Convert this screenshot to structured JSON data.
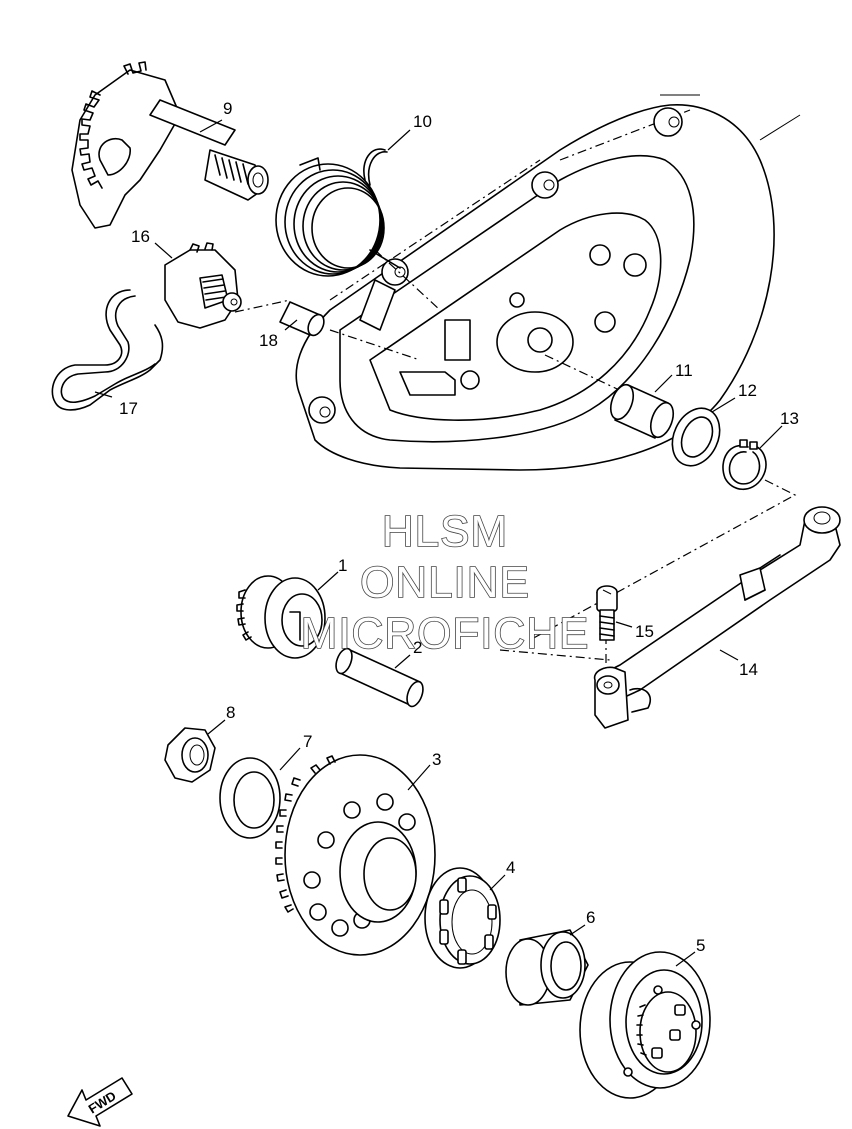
{
  "callouts": [
    "1",
    "2",
    "3",
    "4",
    "5",
    "6",
    "7",
    "8",
    "9",
    "10",
    "11",
    "12",
    "13",
    "14",
    "15",
    "16",
    "17",
    "18"
  ],
  "watermark": {
    "line1": "HLSM",
    "line2": "ONLINE",
    "line3": "MICROFICHE"
  },
  "fwd_label": "FWD"
}
